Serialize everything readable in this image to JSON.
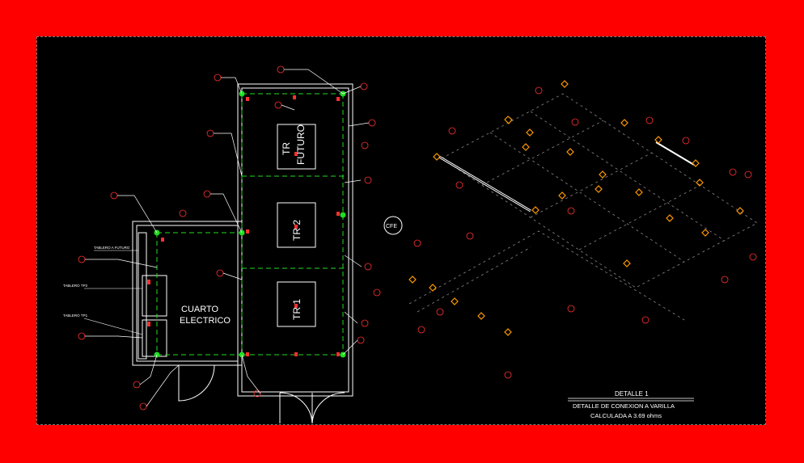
{
  "colors": {
    "background_outer": "#ff0000",
    "canvas": "#000000",
    "walls": "#ffffff",
    "ground_grid": "#22dd22",
    "callout": "#ff3030",
    "iso_symbols": "#ff9900"
  },
  "plan": {
    "room_electrical": "CUARTO\nELECTRICO",
    "room_electrical_line1": "CUARTO",
    "room_electrical_line2": "ELECTRICO",
    "tr_future_line1": "TR",
    "tr_future_line2": "FUTURO",
    "tr2": "TR 2",
    "tr1": "TR 1",
    "panel_future": "TABLERO A FUTURO",
    "panel_tp2": "TABLERO TP2",
    "panel_tp1": "TABLERO TP1",
    "cfe": "CFE"
  },
  "detail": {
    "title": "DETALLE 1",
    "line1": "DETALLE DE CONEXION A VARILLA",
    "line2": "CALCULADA A 3.69 ohms"
  }
}
